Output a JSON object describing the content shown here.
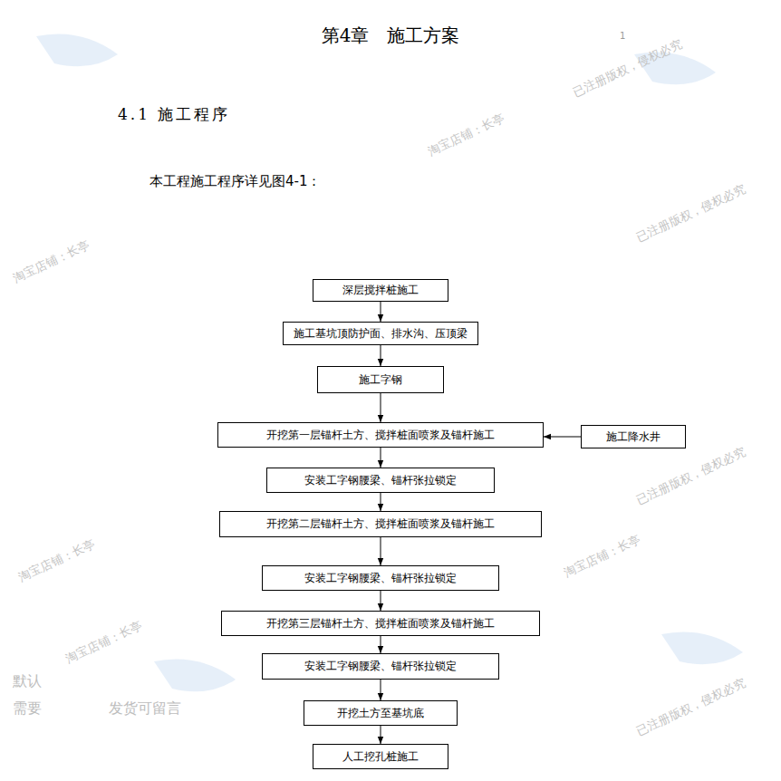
{
  "diagram": {
    "title": "第4章　施工方案",
    "nodes": [
      {
        "text": [
          "深层搅拌桩施工"
        ]
      },
      {
        "text": [
          "施工基坑顶防护面、排水沟、压顶梁"
        ]
      },
      {
        "text": [
          "施工字钢"
        ]
      },
      {
        "text": [
          "开挖第一层锚杆土方、搅拌桩面喷浆及锚杆施工"
        ]
      },
      {
        "text": [
          "施工降水井"
        ]
      },
      {
        "text": [
          "安装工字钢腰梁、锚杆张拉锁定"
        ]
      },
      {
        "text": [
          "开挖第二层锚杆土方、搅拌桩面喷浆及锚杆施工"
        ]
      },
      {
        "text": [
          "安装工字钢腰梁、锚杆张拉锁定"
        ]
      },
      {
        "text": [
          "开挖第三层锚杆土方、搅拌桩面喷浆及锚杆施工"
        ]
      },
      {
        "text": [
          "安装工字钢腰梁、锚杆张拉锁定"
        ]
      },
      {
        "text": [
          "开挖土方至基坑底"
        ]
      },
      {
        "text": [
          "人工挖孔桩施工"
        ]
      }
    ],
    "edges": [
      {
        "from": 0,
        "to": 1,
        "arrow": "to"
      },
      {
        "from": 1,
        "to": 2,
        "arrow": "to"
      },
      {
        "from": 2,
        "to": 3,
        "arrow": "to"
      },
      {
        "from": 4,
        "to": 3,
        "arrow": "to"
      },
      {
        "from": 3,
        "to": 5,
        "arrow": "to"
      },
      {
        "from": 5,
        "to": 6,
        "arrow": "to"
      },
      {
        "from": 6,
        "to": 7,
        "arrow": "to"
      },
      {
        "from": 7,
        "to": 8,
        "arrow": "to"
      },
      {
        "from": 8,
        "to": 9,
        "arrow": "to"
      },
      {
        "from": 9,
        "to": 10,
        "arrow": "to"
      },
      {
        "from": 10,
        "to": 11,
        "arrow": "to"
      }
    ],
    "labels": [
      "4.1 施工程序",
      "本工程施工程序详见图4-1：",
      "1",
      "淘宝店铺：长亭",
      "已注册版权，侵权必究",
      "淘宝店铺：长亭",
      "已注册版权，侵权必究",
      "淘宝店铺：长亭",
      "已注册版权，侵权必究",
      "淘宝店铺：长亭",
      "已注册版权，侵权必究",
      "淘宝店铺：长亭",
      "默认",
      "需要",
      "发货可留言"
    ]
  }
}
